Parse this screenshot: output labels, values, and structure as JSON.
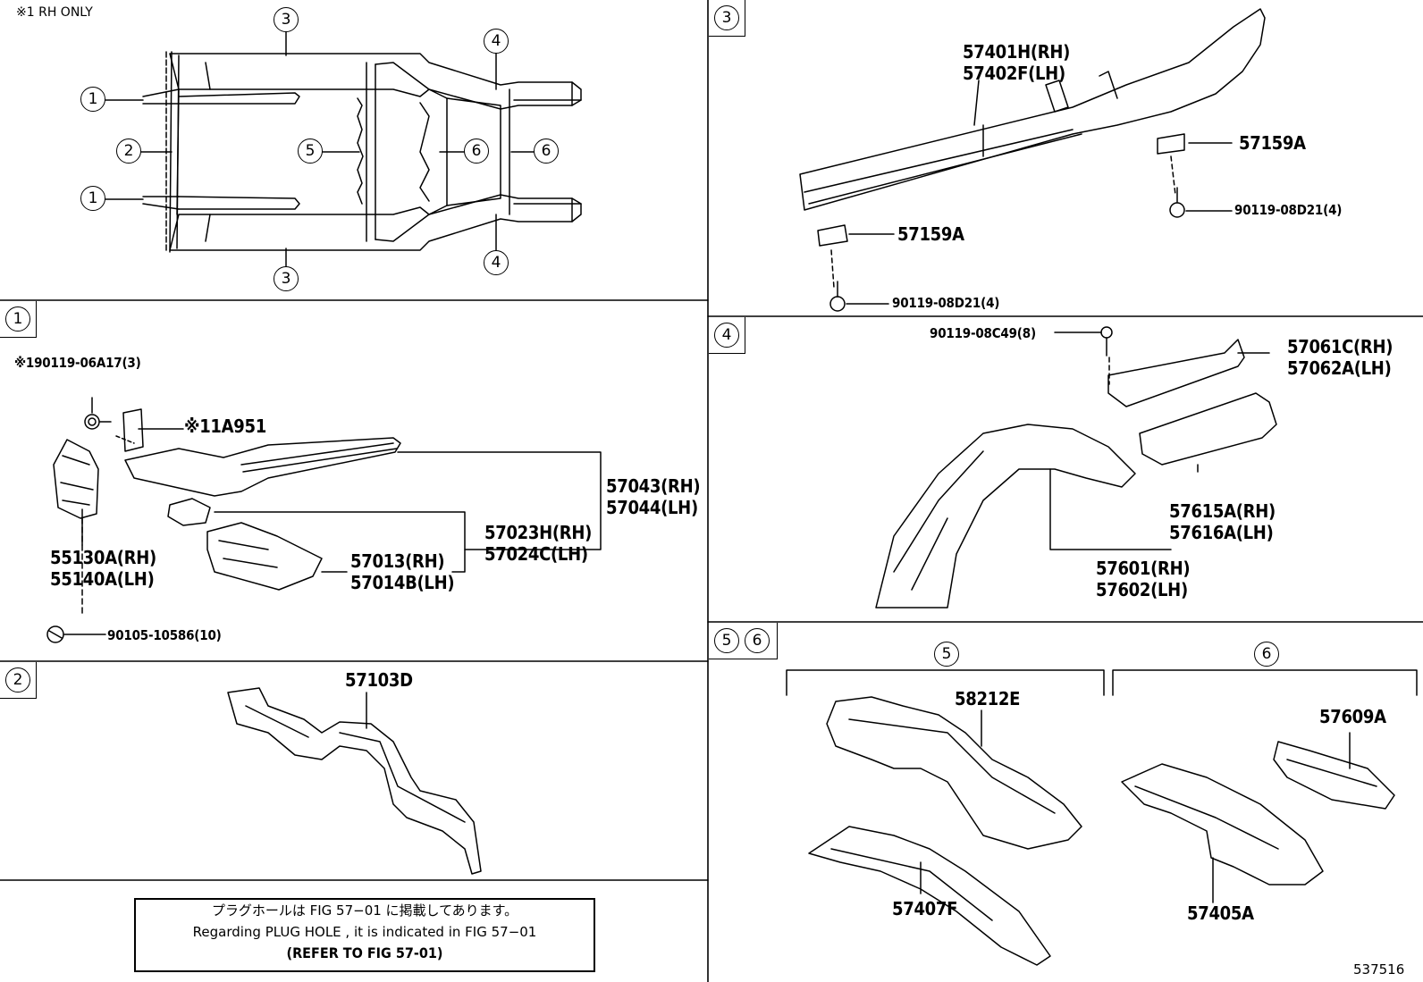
{
  "notes": {
    "rh_only": "※1 RH ONLY",
    "jp": "プラグホールは FIG 57−01 に掲載してあります。",
    "en": "Regarding  PLUG  HOLE , it is indicated in  FIG  57−01",
    "refer": "(REFER  TO  FIG  57-01)",
    "ref_no": "537516"
  },
  "index": {
    "c1": "1",
    "c2": "2",
    "c3": "3",
    "c4": "4",
    "c5": "5",
    "c6": "6"
  },
  "sections": {
    "s1": "1",
    "s2": "2",
    "s3": "3",
    "s4": "4",
    "s5": "5",
    "s6": "6"
  },
  "parts": {
    "p1": {
      "bolt_top": "※190119-06A17(3)",
      "bracket": "※11A951",
      "r57043": "57043(RH)",
      "r57044": "57044(LH)",
      "r57023": "57023H(RH)",
      "r57024": "57024C(LH)",
      "r57013": "57013(RH)",
      "r57014": "57014B(LH)",
      "r55130": "55130A(RH)",
      "r55140": "55140A(LH)",
      "bolt_bottom": "90105-10586(10)"
    },
    "p2": {
      "r57103": "57103D"
    },
    "p3": {
      "r57401": "57401H(RH)",
      "r57402": "57402F(LH)",
      "r57159_right": "57159A",
      "bolt_right": "90119-08D21(4)",
      "r57159_left": "57159A",
      "bolt_left": "90119-08D21(4)"
    },
    "p4": {
      "bolt": "90119-08C49(8)",
      "r57061": "57061C(RH)",
      "r57062": "57062A(LH)",
      "r57615": "57615A(RH)",
      "r57616": "57616A(LH)",
      "r57601": "57601(RH)",
      "r57602": "57602(LH)"
    },
    "p56": {
      "r58212": "58212E",
      "r57407": "57407F",
      "r57609": "57609A",
      "r57405": "57405A"
    }
  }
}
